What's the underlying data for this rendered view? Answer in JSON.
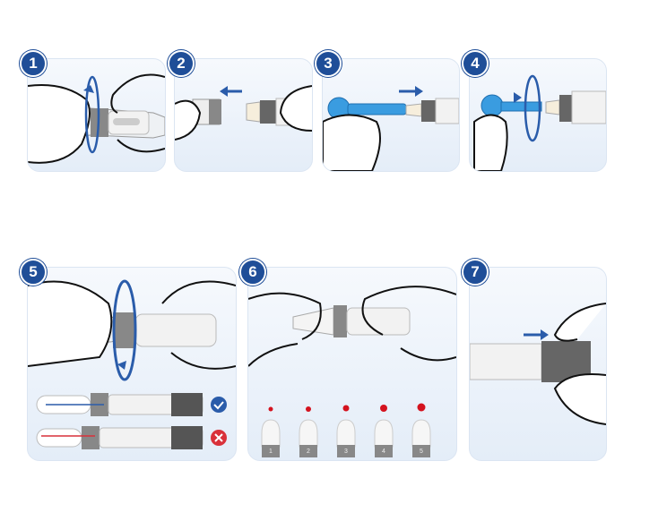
{
  "steps": [
    {
      "number": "1"
    },
    {
      "number": "2"
    },
    {
      "number": "3"
    },
    {
      "number": "4"
    },
    {
      "number": "5"
    },
    {
      "number": "6"
    },
    {
      "number": "7"
    }
  ],
  "depth_levels": [
    "1",
    "2",
    "3",
    "4",
    "5"
  ],
  "colors": {
    "badge": "#1f4e98",
    "arrow": "#2a5caa",
    "correct": "#2a5caa",
    "wrong": "#d9313a",
    "blood": "#d4121e",
    "lancet": "#3a9ce0"
  },
  "icons": {
    "correct": "check-icon",
    "wrong": "cross-icon"
  }
}
